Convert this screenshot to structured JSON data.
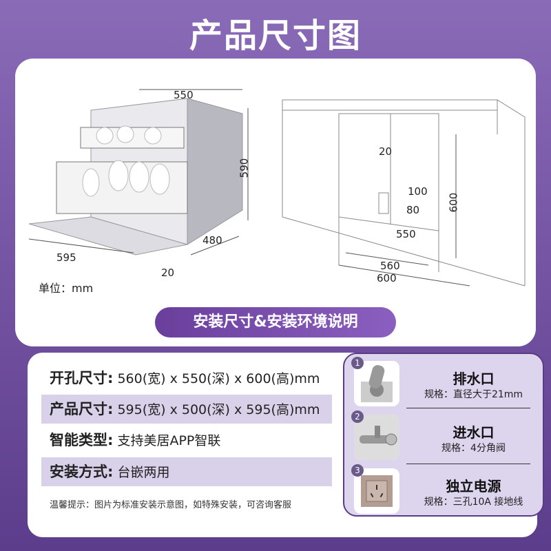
{
  "title": "产品尺寸图",
  "diagram": {
    "left_labels": {
      "width": "550",
      "height": "590",
      "front_width": "595",
      "depth": "480",
      "gap": "20"
    },
    "unit": "单位：mm",
    "right_labels": {
      "top_gap": "20",
      "pipe_height": "100",
      "pipe_offset": "80",
      "depth": "550",
      "cutout_width": "560",
      "cabinet_width": "600",
      "height": "600"
    }
  },
  "banner": "安装尺寸&安装环境说明",
  "specs": [
    {
      "label": "开孔尺寸:",
      "value": "560(宽) x 550(深) x 600(高)mm"
    },
    {
      "label": "产品尺寸:",
      "value": "595(宽) x 500(深) x 595(高)mm"
    },
    {
      "label": "智能类型:",
      "value": "支持美居APP智联"
    },
    {
      "label": "安装方式:",
      "value": "台嵌两用"
    }
  ],
  "tip": "温馨提示：图片为标准安装示意图，如特殊安装，可咨询客服",
  "requirements": [
    {
      "num": "1",
      "name": "排水口",
      "spec": "规格：直径大于21mm",
      "icon": "floor-drain-icon"
    },
    {
      "num": "2",
      "name": "进水口",
      "spec": "规格：4分角阀",
      "icon": "angle-valve-icon"
    },
    {
      "num": "3",
      "name": "独立电源",
      "spec": "规格：三孔10A 接地线",
      "icon": "power-socket-icon"
    }
  ]
}
